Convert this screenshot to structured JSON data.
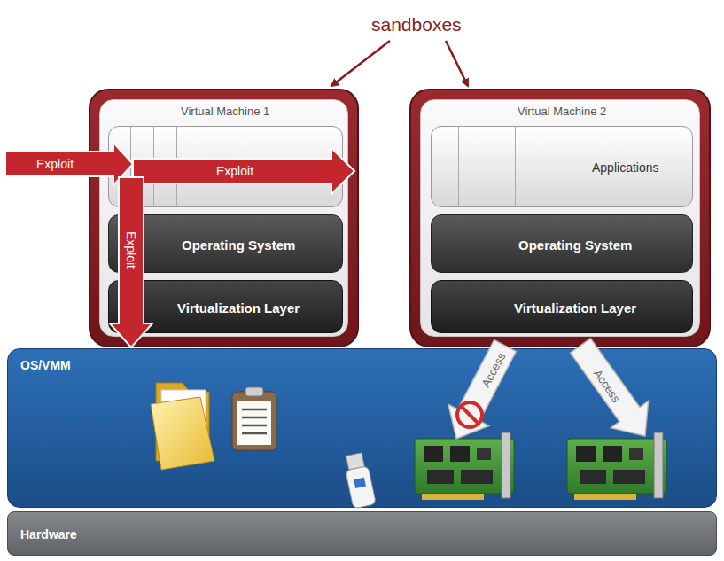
{
  "diagram": {
    "nodes": [
      {
        "text": [
          "Virtual Machine 1"
        ]
      },
      {
        "text": [
          "Operating System"
        ],
        "in": 0
      },
      {
        "text": [
          "Virtualization Layer"
        ],
        "in": 0
      },
      {
        "text": [
          "Virtual Machine 2"
        ]
      },
      {
        "text": [
          "Applications"
        ],
        "in": 3
      },
      {
        "text": [
          "Operating System"
        ],
        "in": 3
      },
      {
        "text": [
          "Virtualization Layer"
        ],
        "in": 3
      },
      {
        "text": [
          "OS/VMM"
        ]
      },
      {
        "text": [
          "Hardware"
        ]
      }
    ],
    "labels": [
      "sandboxes",
      "Exploit",
      "Exploit",
      "Exploit",
      "Access",
      "Access"
    ]
  }
}
